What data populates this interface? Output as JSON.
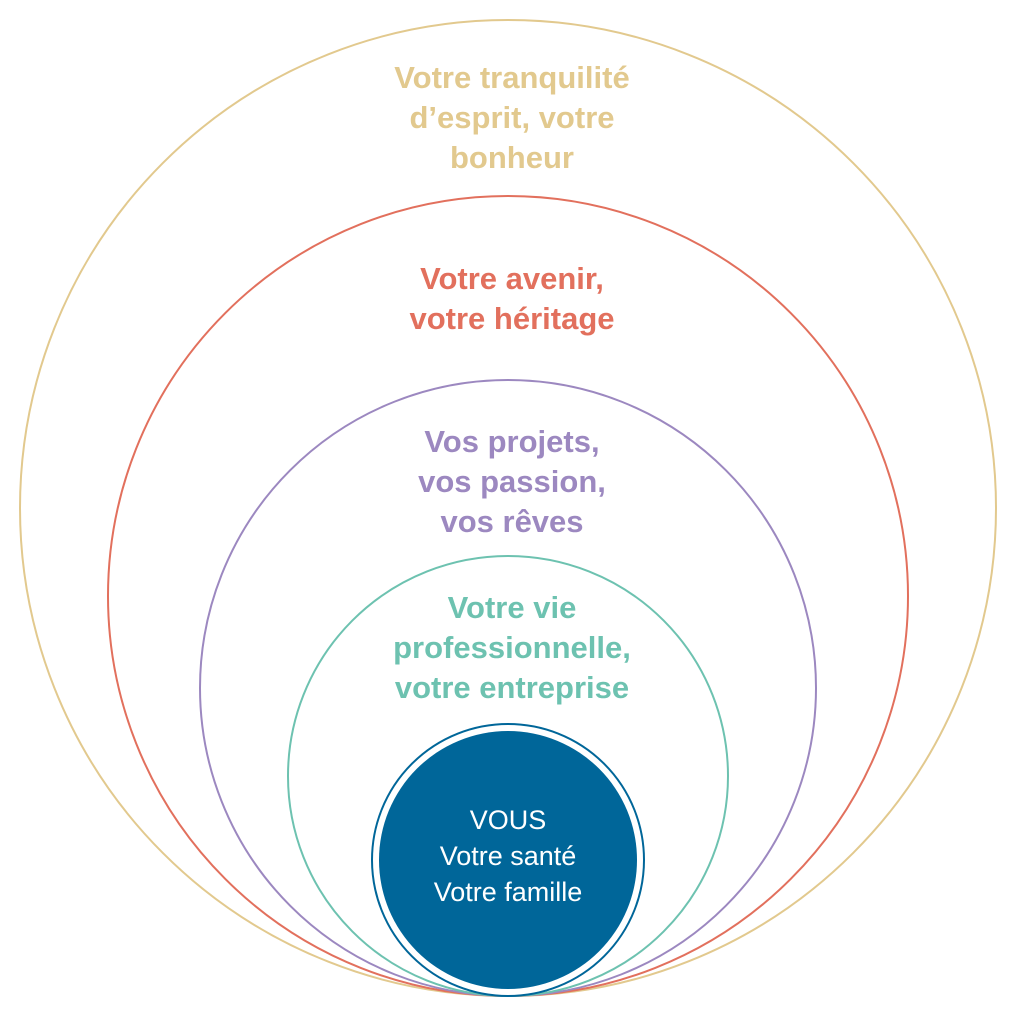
{
  "colors": {
    "outer": "#E2C98E",
    "second": "#E2705D",
    "third": "#9C88C0",
    "fourth": "#6DC2B0",
    "core": "#006699",
    "core_text": "#FFFFFF"
  },
  "rings": [
    {
      "id": "outer",
      "lines": [
        "Votre tranquilité",
        "d’esprit, votre",
        "bonheur"
      ]
    },
    {
      "id": "second",
      "lines": [
        "Votre avenir,",
        "votre héritage"
      ]
    },
    {
      "id": "third",
      "lines": [
        "Vos projets,",
        "vos passion,",
        "vos rêves"
      ]
    },
    {
      "id": "fourth",
      "lines": [
        "Votre vie",
        "professionnelle,",
        "votre entreprise"
      ]
    }
  ],
  "core": {
    "lines": [
      "VOUS",
      "Votre santé",
      "Votre famille"
    ]
  }
}
